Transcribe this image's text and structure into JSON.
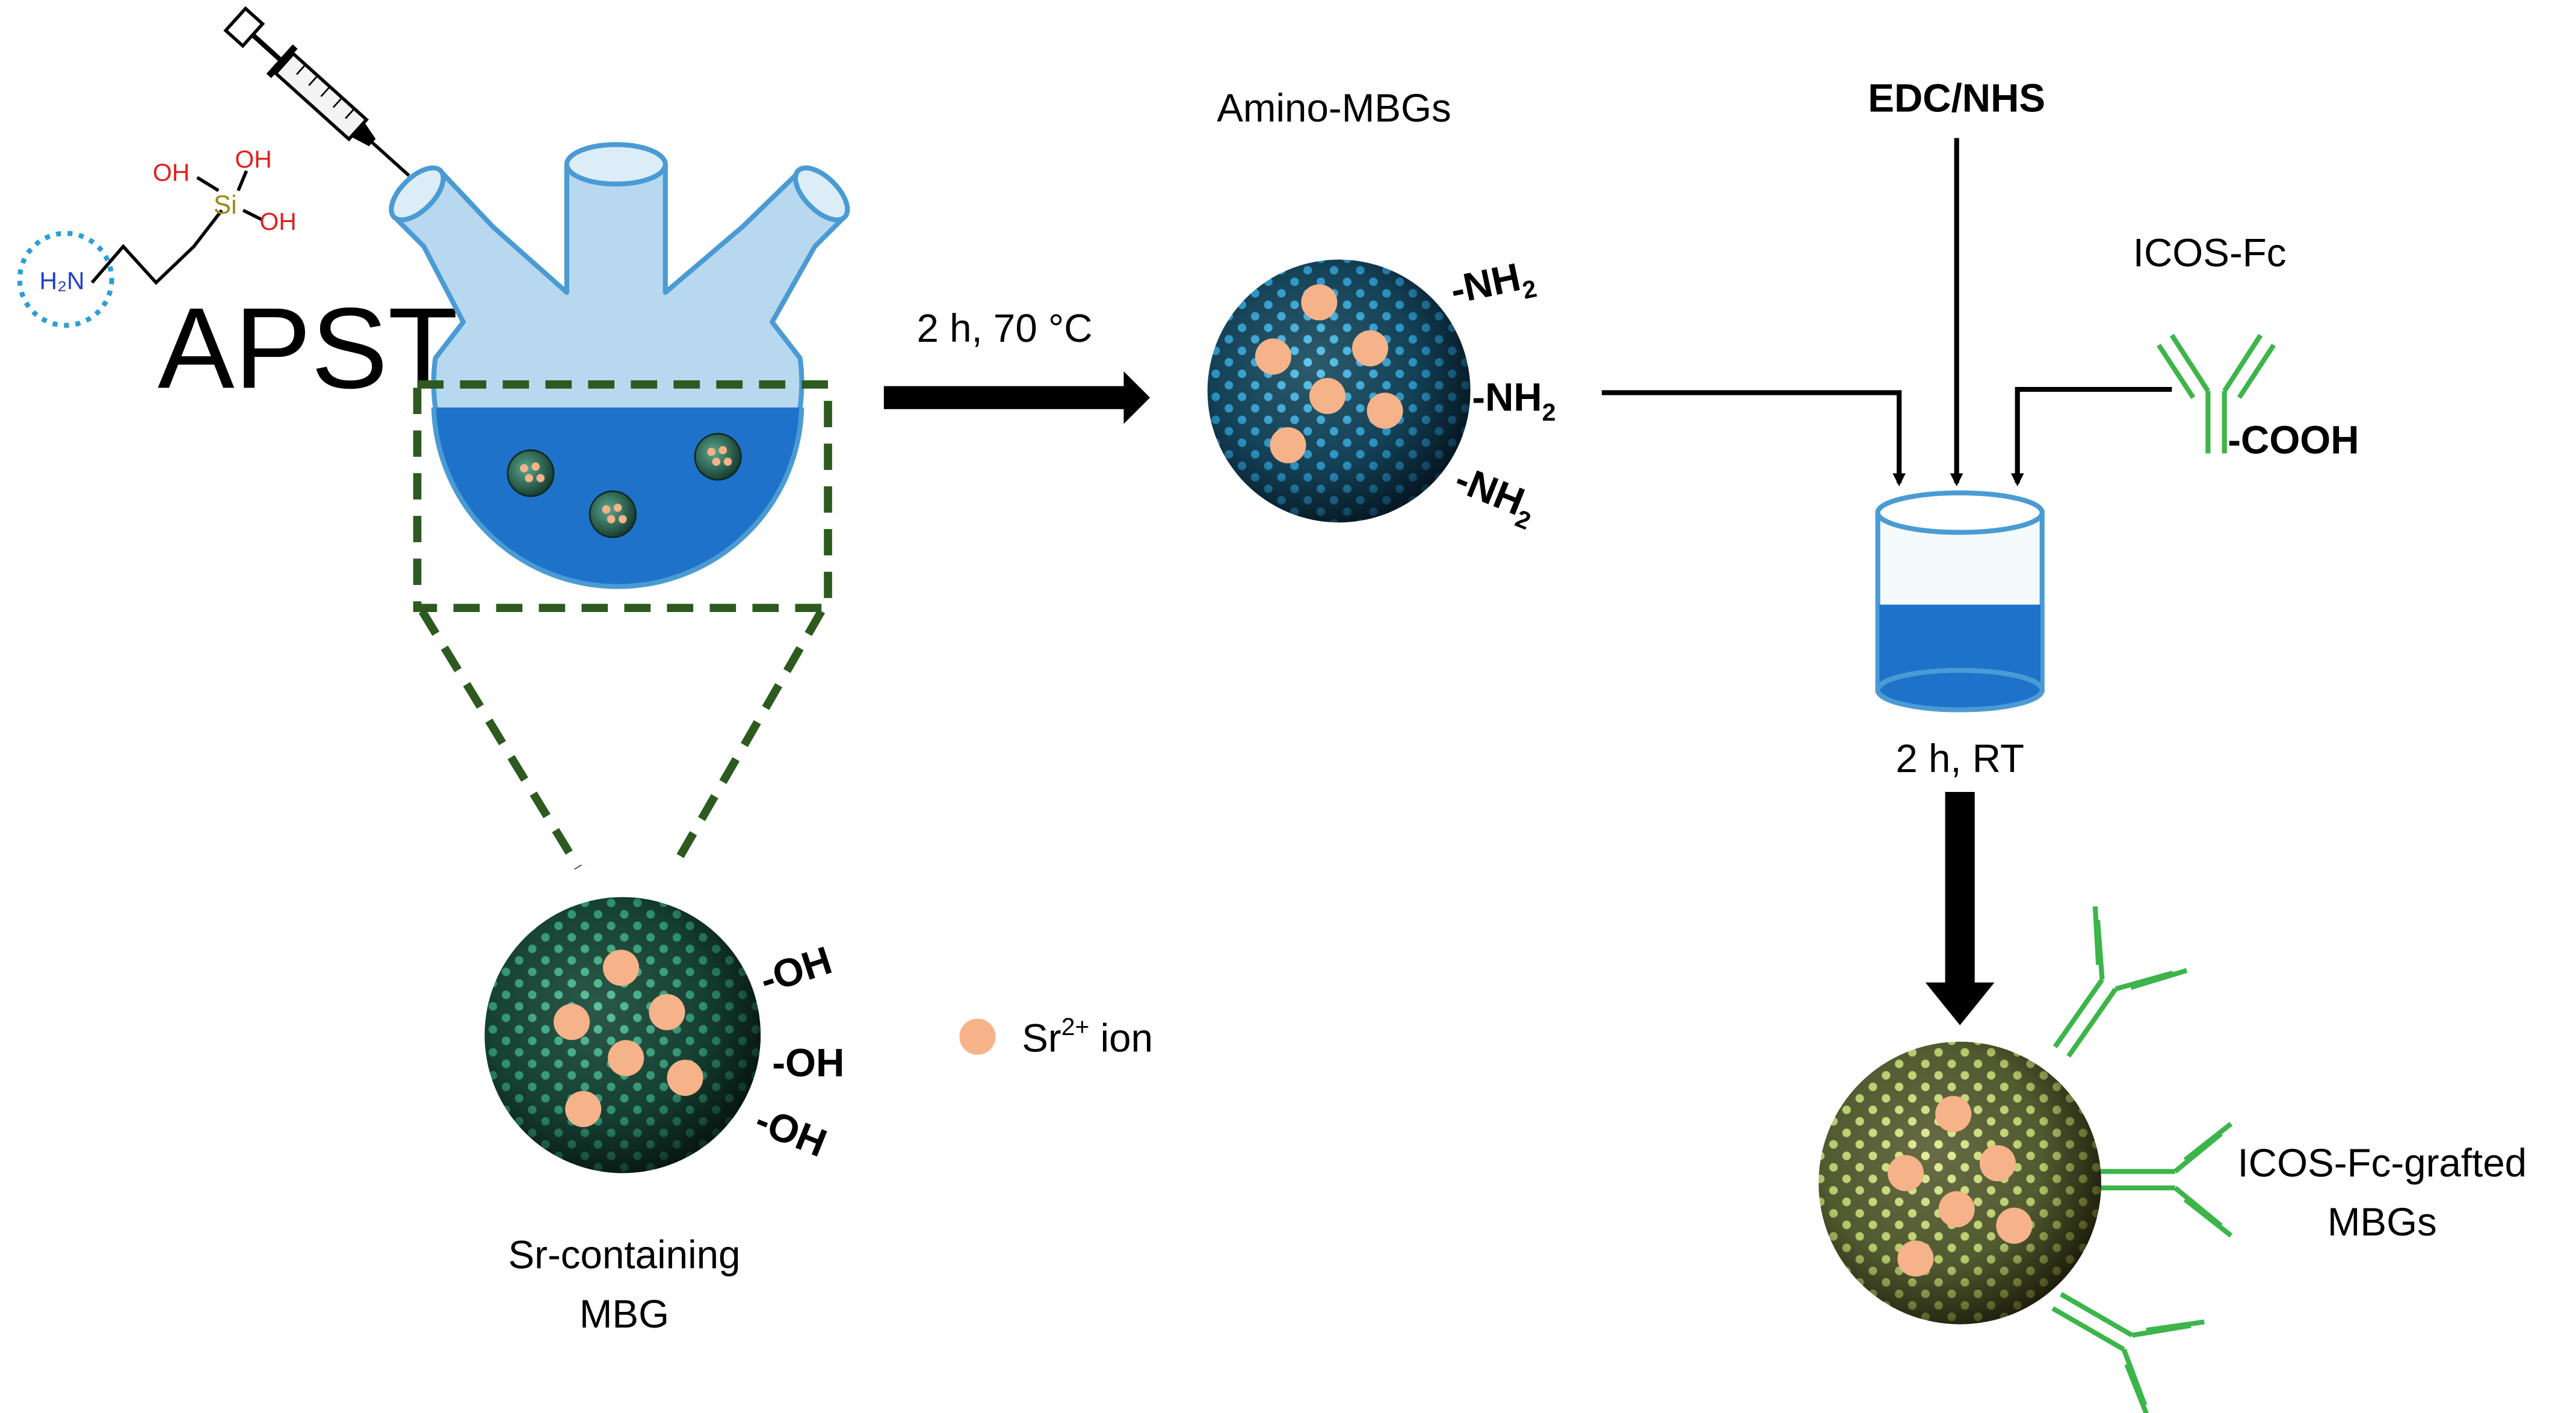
{
  "reactant": {
    "name": "APST",
    "amine": "H₂N",
    "silicon": "Si",
    "hydroxyl": "OH"
  },
  "step1": {
    "condition": "2 h, 70 °C"
  },
  "sr_mbg": {
    "label_line1": "Sr-containing",
    "label_line2": "MBG",
    "group": "-OH"
  },
  "legend": {
    "ion_base": "Sr",
    "ion_sup": "2+",
    "ion_suffix": " ion"
  },
  "amino_mbg": {
    "label": "Amino-MBGs",
    "group_base": "-NH",
    "group_sub": "2"
  },
  "coupling": {
    "reagent": "EDC/NHS",
    "condition": "2 h, RT"
  },
  "antibody": {
    "label": "ICOS-Fc",
    "group": "-COOH"
  },
  "product": {
    "label_line1": "ICOS-Fc-grafted",
    "label_line2": "MBGs"
  },
  "colors": {
    "flask_glass": "#b8d8ef",
    "flask_outline": "#4a9bd4",
    "solution": "#1f72c9",
    "sr_ion": "#f6b289",
    "mbg_green": "#2f8f6f",
    "amino_blue": "#2a8fbf",
    "product_yellow": "#b5c76a",
    "antibody_green": "#3cb54a",
    "dashed_box": "#2d5a1e"
  }
}
